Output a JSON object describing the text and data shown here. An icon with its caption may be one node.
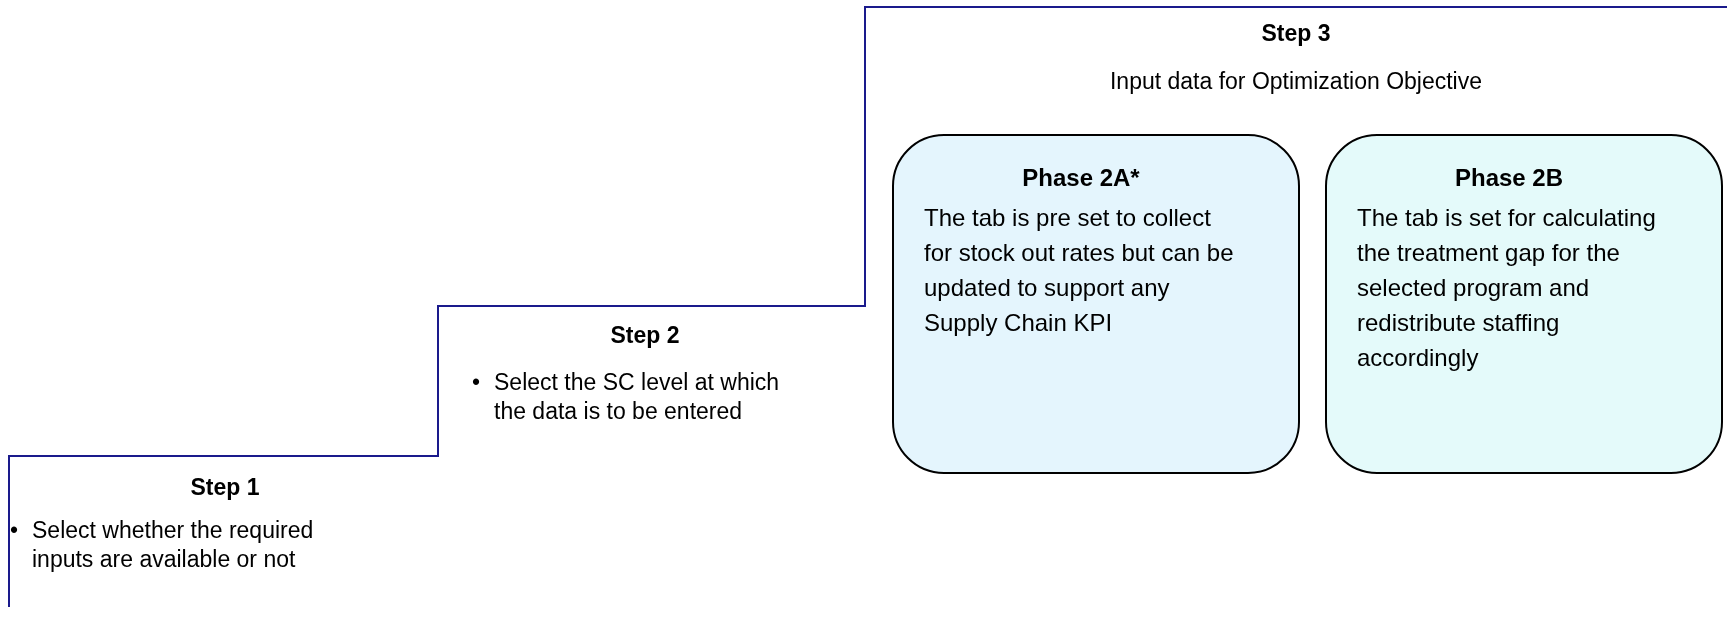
{
  "diagram": {
    "nodes": [
      {
        "text": [
          "Phase 2A*",
          "The tab is pre set to collect for stock out rates but can be updated to support any Supply Chain KPI"
        ]
      },
      {
        "text": [
          "Phase 2B",
          "The tab is set for calculating the treatment gap for the selected program and redistribute staffing accordingly"
        ]
      }
    ],
    "edges": [],
    "labels": [
      "Step 1",
      "•",
      "Select whether the required inputs are available or not",
      "Step 2",
      "•",
      "Select the SC level at which the data is to be entered",
      "Step 3",
      "Input data for Optimization Objective"
    ]
  }
}
